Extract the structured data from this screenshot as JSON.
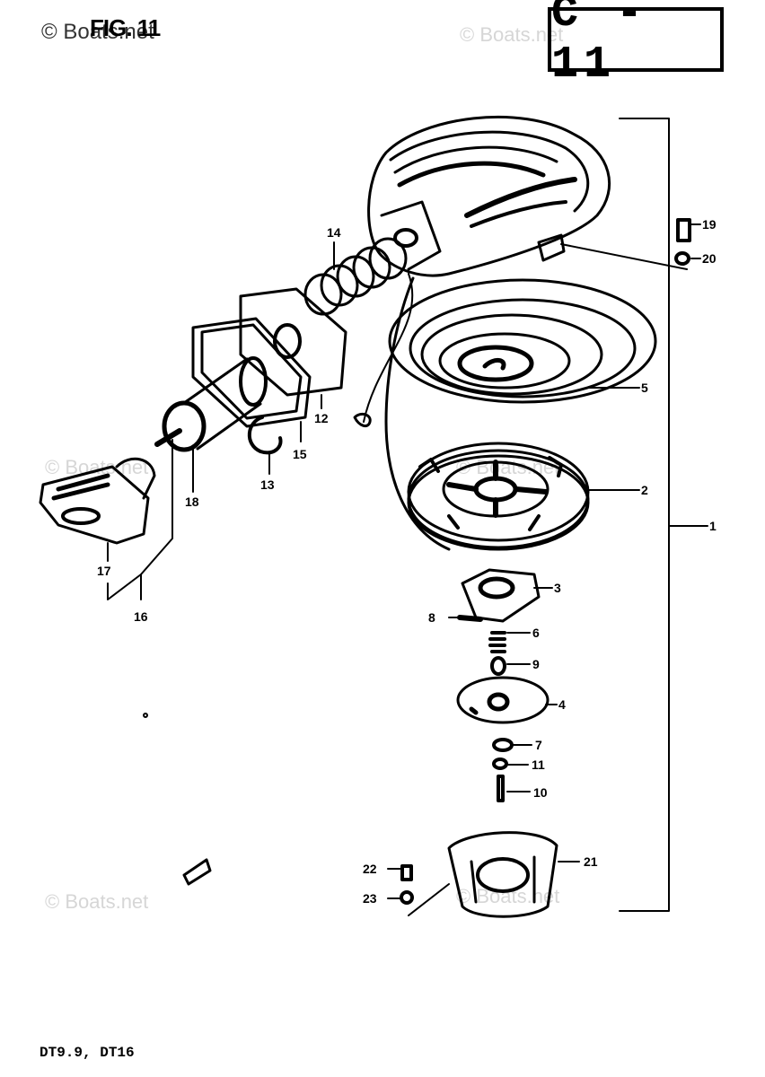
{
  "watermark": {
    "text": "© Boats.net"
  },
  "header": {
    "fig_label": "FIG. 11",
    "section_code": "C - 11"
  },
  "footer": {
    "models": "DT9.9, DT16"
  },
  "parts": [
    {
      "number": "1"
    },
    {
      "number": "2"
    },
    {
      "number": "3"
    },
    {
      "number": "4"
    },
    {
      "number": "5"
    },
    {
      "number": "6"
    },
    {
      "number": "7"
    },
    {
      "number": "8"
    },
    {
      "number": "9"
    },
    {
      "number": "10"
    },
    {
      "number": "11"
    },
    {
      "number": "12"
    },
    {
      "number": "13"
    },
    {
      "number": "14"
    },
    {
      "number": "15"
    },
    {
      "number": "16"
    },
    {
      "number": "17"
    },
    {
      "number": "18"
    },
    {
      "number": "19"
    },
    {
      "number": "20"
    },
    {
      "number": "21"
    },
    {
      "number": "22"
    },
    {
      "number": "23"
    }
  ]
}
